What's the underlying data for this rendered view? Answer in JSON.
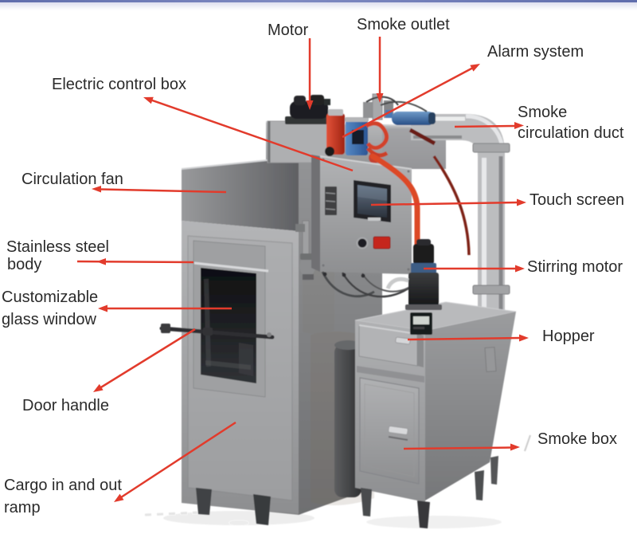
{
  "page": {
    "type": "labeled equipment diagram",
    "subject": "smokehouse / smoke oven machine",
    "top_border_color": "#5f6dac",
    "background_color": "#ffffff"
  },
  "style": {
    "arrow_color": "#e23b2c",
    "label_color": "#2b2b2b"
  },
  "annotations": {
    "motor": {
      "label": "Motor"
    },
    "smoke_outlet": {
      "label": "Smoke outlet"
    },
    "alarm_system": {
      "label": "Alarm system"
    },
    "electric_control_box": {
      "label": "Electric control box"
    },
    "smoke_circulation_duct": {
      "line1": "Smoke",
      "line2": "circulation duct"
    },
    "circulation_fan": {
      "label": "Circulation fan"
    },
    "touch_screen": {
      "label": "Touch screen"
    },
    "stainless_steel_body": {
      "line1": "Stainless steel",
      "line2": "body"
    },
    "customizable_glass_window": {
      "line1": "Customizable",
      "line2": "glass window"
    },
    "stirring_motor": {
      "label": "Stirring motor"
    },
    "hopper": {
      "label": "Hopper"
    },
    "door_handle": {
      "label": "Door handle"
    },
    "smoke_box": {
      "label": "Smoke box"
    },
    "cargo_ramp": {
      "line1": "Cargo in and out",
      "line2": "ramp"
    }
  }
}
